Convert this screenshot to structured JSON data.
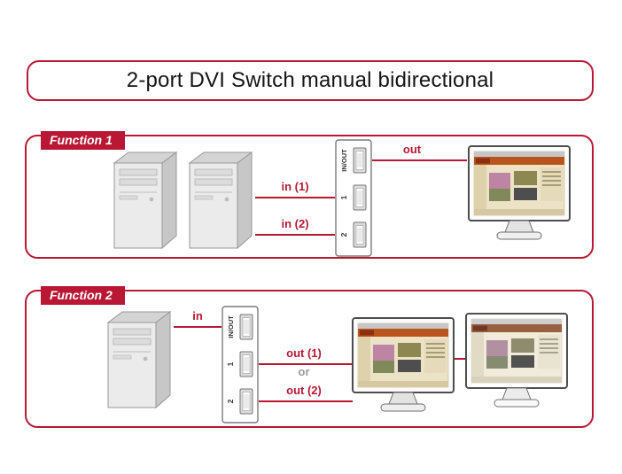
{
  "title": "2-port DVI Switch manual bidirectional",
  "colors": {
    "accent": "#b91734",
    "or_gray": "#9a9a9a"
  },
  "icons": {
    "computer_tower": "gray desktop tower, 3/4 perspective",
    "dvi_switch": "vertical switch box with three DVI sockets",
    "monitor": "flat screen monitor showing product webpage"
  },
  "function1": {
    "label": "Function 1",
    "switch": {
      "ports": [
        "IN/OUT",
        "1",
        "2"
      ]
    },
    "labels": {
      "in1": "in (1)",
      "in2": "in (2)",
      "out": "out"
    }
  },
  "function2": {
    "label": "Function 2",
    "switch": {
      "ports": [
        "IN/OUT",
        "1",
        "2"
      ]
    },
    "labels": {
      "in": "in",
      "out1": "out (1)",
      "or": "or",
      "out2": "out (2)"
    }
  }
}
